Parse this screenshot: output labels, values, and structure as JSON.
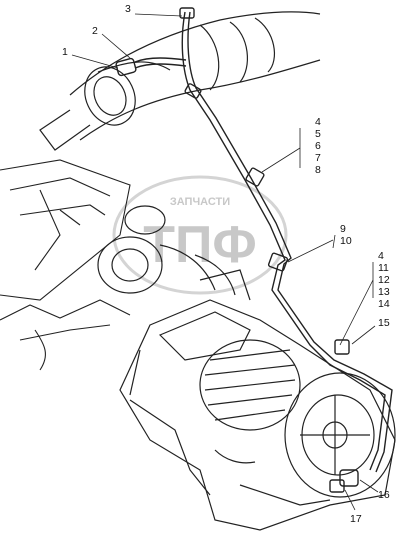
{
  "watermark": {
    "top_text": "ЗАПЧАСТИ",
    "main_text": "ТПФ"
  },
  "callouts": [
    {
      "id": "c1",
      "text": "1"
    },
    {
      "id": "c2",
      "text": "2"
    },
    {
      "id": "c3",
      "text": "3"
    },
    {
      "id": "c4a",
      "text": "4"
    },
    {
      "id": "c5",
      "text": "5"
    },
    {
      "id": "c6",
      "text": "6"
    },
    {
      "id": "c7",
      "text": "7"
    },
    {
      "id": "c8",
      "text": "8"
    },
    {
      "id": "c9",
      "text": "9"
    },
    {
      "id": "c10",
      "text": "10"
    },
    {
      "id": "c4b",
      "text": "4"
    },
    {
      "id": "c11",
      "text": "11"
    },
    {
      "id": "c12",
      "text": "12"
    },
    {
      "id": "c13",
      "text": "13"
    },
    {
      "id": "c14",
      "text": "14"
    },
    {
      "id": "c15",
      "text": "15"
    },
    {
      "id": "c16",
      "text": "16"
    },
    {
      "id": "c17",
      "text": "17"
    }
  ]
}
